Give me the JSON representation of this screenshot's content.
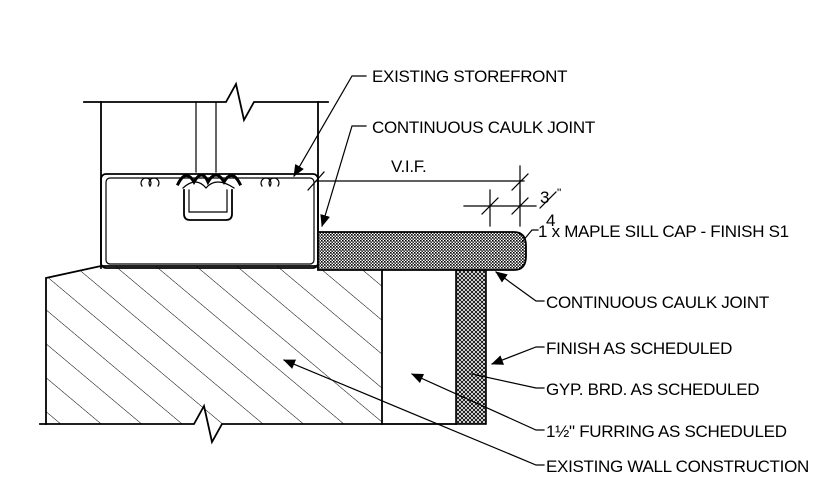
{
  "labels": {
    "storefront": "EXISTING STOREFRONT",
    "caulk_top": "CONTINUOUS CAULK JOINT",
    "vif": "V.I.F.",
    "dim_num": "3",
    "dim_den": "4",
    "dim_inch": "\"",
    "sill_cap": "1 x MAPLE SILL CAP - FINISH S1",
    "caulk_bottom": "CONTINUOUS CAULK JOINT",
    "finish": "FINISH AS SCHEDULED",
    "gyp": "GYP. BRD. AS SCHEDULED",
    "furring": "1½\" FURRING AS SCHEDULED",
    "wall": "EXISTING WALL CONSTRUCTION"
  },
  "colors": {
    "ink": "#000000",
    "paper": "#ffffff"
  }
}
